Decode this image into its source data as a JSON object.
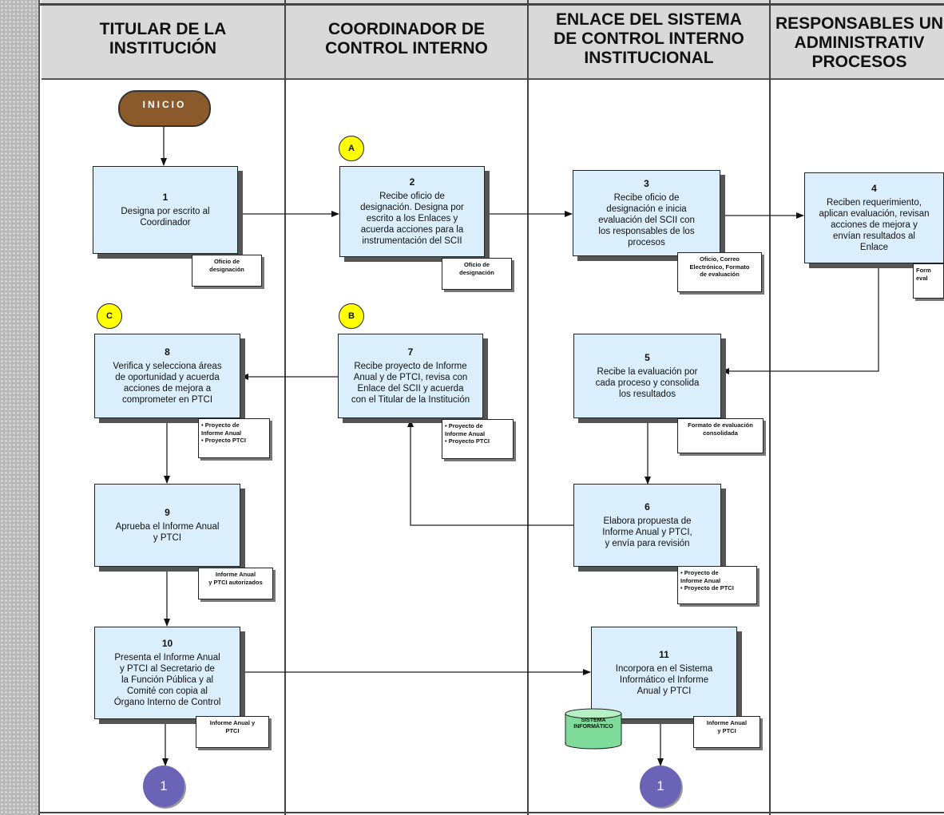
{
  "lanes": [
    {
      "title": "TITULAR DE LA\nINSTITUCIÓN"
    },
    {
      "title": "COORDINADOR DE\nCONTROL INTERNO"
    },
    {
      "title": "ENLACE DEL SISTEMA\nDE CONTROL INTERNO\nINSTITUCIONAL"
    },
    {
      "title": "RESPONSABLES UN\nADMINISTRATIV\nPROCESOS"
    }
  ],
  "start": {
    "label": "INICIO"
  },
  "markers": {
    "a": "A",
    "b": "B",
    "c": "C"
  },
  "steps": {
    "s1": {
      "num": "1",
      "text": "Designa por escrito al\nCoordinador"
    },
    "s2": {
      "num": "2",
      "text": "Recibe oficio de\ndesignación. Designa  por\nescrito a los Enlaces y\nacuerda acciones para la\ninstrumentación del SCII"
    },
    "s3": {
      "num": "3",
      "text": "Recibe oficio de\ndesignación e inicia\nevaluación  del SCII con\nlos responsables de los\nprocesos"
    },
    "s4": {
      "num": "4",
      "text": "Reciben requerimiento,\naplican evaluación, revisan\nacciones de mejora y\nenvían resultados al\nEnlace"
    },
    "s5": {
      "num": "5",
      "text": "Recibe la evaluación por\ncada proceso y consolida\nlos resultados"
    },
    "s6": {
      "num": "6",
      "text": "Elabora propuesta de\nInforme Anual y PTCI,\ny envía para revisión"
    },
    "s7": {
      "num": "7",
      "text": "Recibe proyecto de Informe\nAnual y de PTCI, revisa con\nEnlace del SCII y acuerda\ncon el Titular de la Institución"
    },
    "s8": {
      "num": "8",
      "text": "Verifica y selecciona áreas\nde oportunidad y acuerda\nacciones de mejora a\ncomprometer  en PTCI"
    },
    "s9": {
      "num": "9",
      "text": "Aprueba el Informe Anual\ny PTCI"
    },
    "s10": {
      "num": "10",
      "text": "Presenta el Informe Anual\ny PTCI al Secretario de\nla Función Pública y al\nComité con copia al\nÓrgano Interno de Control"
    },
    "s11": {
      "num": "11",
      "text": "Incorpora en el Sistema\nInformático el Informe\nAnual y PTCI"
    }
  },
  "docs": {
    "d1": "Oficio de\ndesignación",
    "d2": "Oficio de\ndesignación",
    "d3": "Oficio, Correo\nElectrónico, Formato\nde evaluación",
    "d4": "Form\neval",
    "d5": "Formato de evaluación\nconsolidada",
    "d6": "• Proyecto de\n  Informe Anual\n• Proyecto de PTCI",
    "d7": "• Proyecto de\n  Informe Anual\n• Proyecto PTCI",
    "d8": "• Proyecto de\n  Informe Anual\n• Proyecto PTCI",
    "d9": "Informe Anual\ny PTCI autorizados",
    "d10": "Informe Anual y\nPTCI",
    "d11": "Informe Anual\ny PTCI"
  },
  "database": {
    "label": "SISTEMA\nINFORMÁTICO"
  },
  "connectors": {
    "c1": "1",
    "c2": "1"
  },
  "colors": {
    "process_fill": "#dbeefb",
    "start_fill": "#8a5a2b",
    "marker_fill": "#ffff00",
    "connector_fill": "#6b63b5",
    "database_fill": "#7fdc9a",
    "header_fill": "#d9d9d9"
  }
}
